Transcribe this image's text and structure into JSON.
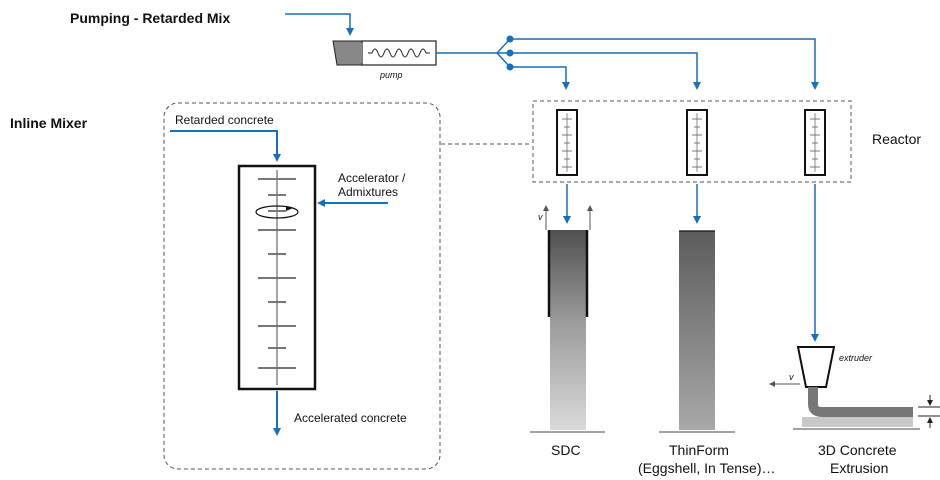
{
  "labels": {
    "pumping": "Pumping  - Retarded Mix",
    "pump": "pump",
    "inline_mixer": "Inline Mixer",
    "retarded_concrete": "Retarded concrete",
    "accelerator_line1": "Accelerator /",
    "accelerator_line2": "Admixtures",
    "accelerated_concrete": "Accelerated concrete",
    "reactor": "Reactor",
    "v_sdc": "v",
    "v_extruder": "v",
    "extruder": "extruder",
    "sdc": "SDC",
    "thinform_line1": "ThinForm",
    "thinform_line2": "(Eggshell, In Tense)…",
    "extrusion_line1": "3D Concrete",
    "extrusion_line2": "Extrusion"
  },
  "colors": {
    "flow": "#1a6fb5",
    "outline": "#222222",
    "dashed": "#555555",
    "formwork_dark": "#5a5a5a",
    "formwork_light": "#d4d4d4",
    "printed_layer": "#777777",
    "base_layer": "#c8c8c8"
  }
}
